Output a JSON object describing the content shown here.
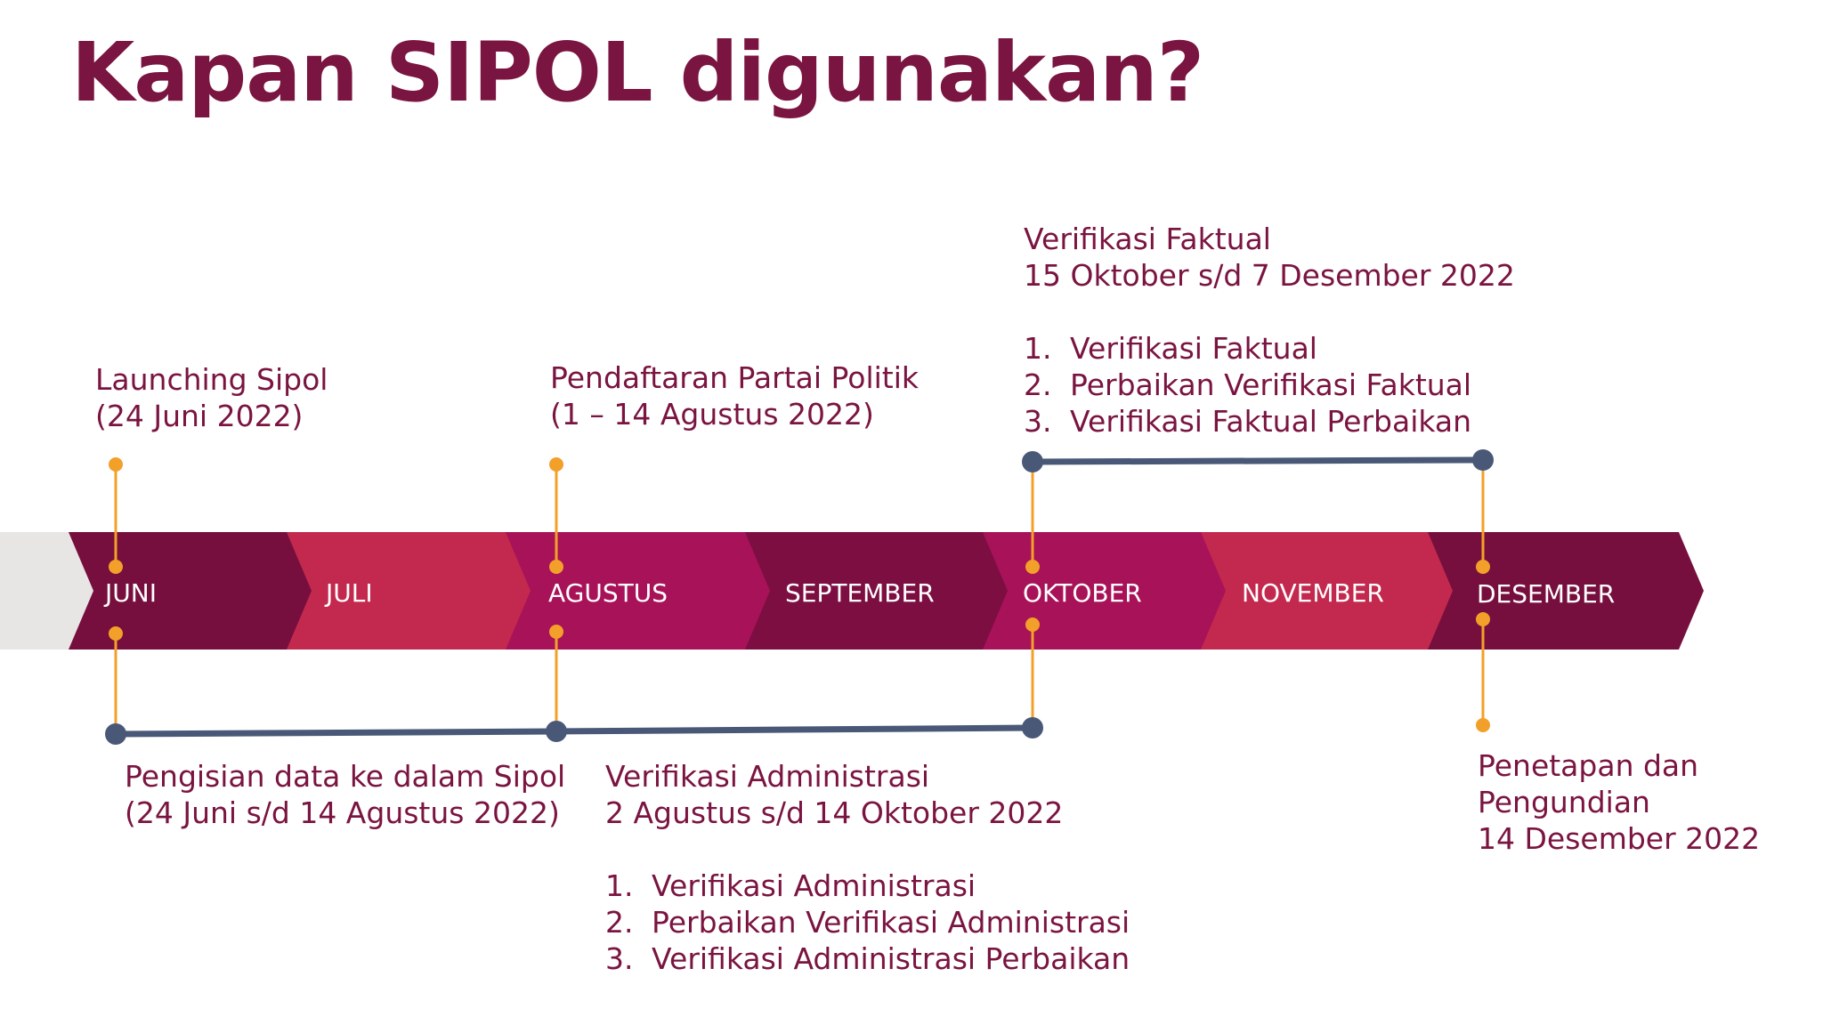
{
  "title": "Kapan SIPOL digunakan?",
  "months": [
    "JUNI",
    "JULI",
    "AGUSTUS",
    "SEPTEMBER",
    "OKTOBER",
    "NOVEMBER",
    "DESEMBER"
  ],
  "colors": {
    "title": "#7a1440",
    "text": "#7a1440",
    "band_dark": "#760f3e",
    "band_red": "#c3294e",
    "band_magenta": "#a81258",
    "band_plum": "#7c0e42",
    "band_start": "#e8e6e4",
    "connector": "#f3a02a",
    "range_line": "#4a5878"
  },
  "events": {
    "launching": {
      "line1": "Launching Sipol",
      "line2": "(24 Juni 2022)"
    },
    "pendaftaran": {
      "line1": "Pendaftaran Partai Politik",
      "line2": "(1 – 14 Agustus 2022)"
    },
    "verifikasi_faktual": {
      "line1": "Verifikasi Faktual",
      "line2": "15 Oktober s/d 7 Desember 2022",
      "items": [
        {
          "num": "1.",
          "text": "Verifikasi Faktual"
        },
        {
          "num": "2.",
          "text": "Perbaikan Verifikasi Faktual"
        },
        {
          "num": "3.",
          "text": "Verifikasi Faktual Perbaikan"
        }
      ]
    },
    "pengisian": {
      "line1": "Pengisian data ke dalam Sipol",
      "line2": "(24 Juni s/d 14 Agustus 2022)"
    },
    "verifikasi_administrasi": {
      "line1": "Verifikasi Administrasi",
      "line2": "2 Agustus s/d 14 Oktober 2022",
      "items": [
        {
          "num": "1.",
          "text": "Verifikasi Administrasi"
        },
        {
          "num": "2.",
          "text": "Perbaikan Verifikasi Administrasi"
        },
        {
          "num": "3.",
          "text": "Verifikasi Administrasi Perbaikan"
        }
      ]
    },
    "penetapan": {
      "line1": "Penetapan dan",
      "line2": "Pengundian",
      "line3": "14 Desember 2022"
    }
  }
}
